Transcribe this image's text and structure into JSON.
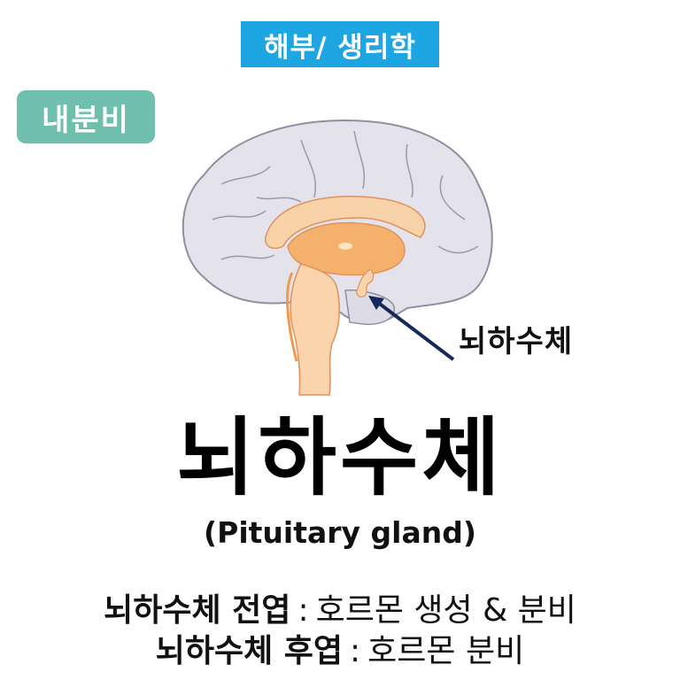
{
  "header": {
    "category_label": "해부/ 생리학",
    "topic_label": "내분비"
  },
  "colors": {
    "category_bg": "#1ea6e3",
    "topic_bg": "#6fbfae",
    "brain_gray": "#e4e3ec",
    "brain_orange": "#f6c48c",
    "arrow": "#15285a"
  },
  "illustration": {
    "subject": "brain-sagittal-section",
    "pointer_label": "뇌하수체"
  },
  "main": {
    "title": "뇌하수체",
    "subtitle": "(Pituitary gland)"
  },
  "descriptions": [
    {
      "term": "뇌하수체 전엽",
      "separator": ":",
      "text": "호르몬 생성 & 분비"
    },
    {
      "term": "뇌하수체 후엽",
      "separator": ":",
      "text": "호르몬 분비"
    }
  ]
}
